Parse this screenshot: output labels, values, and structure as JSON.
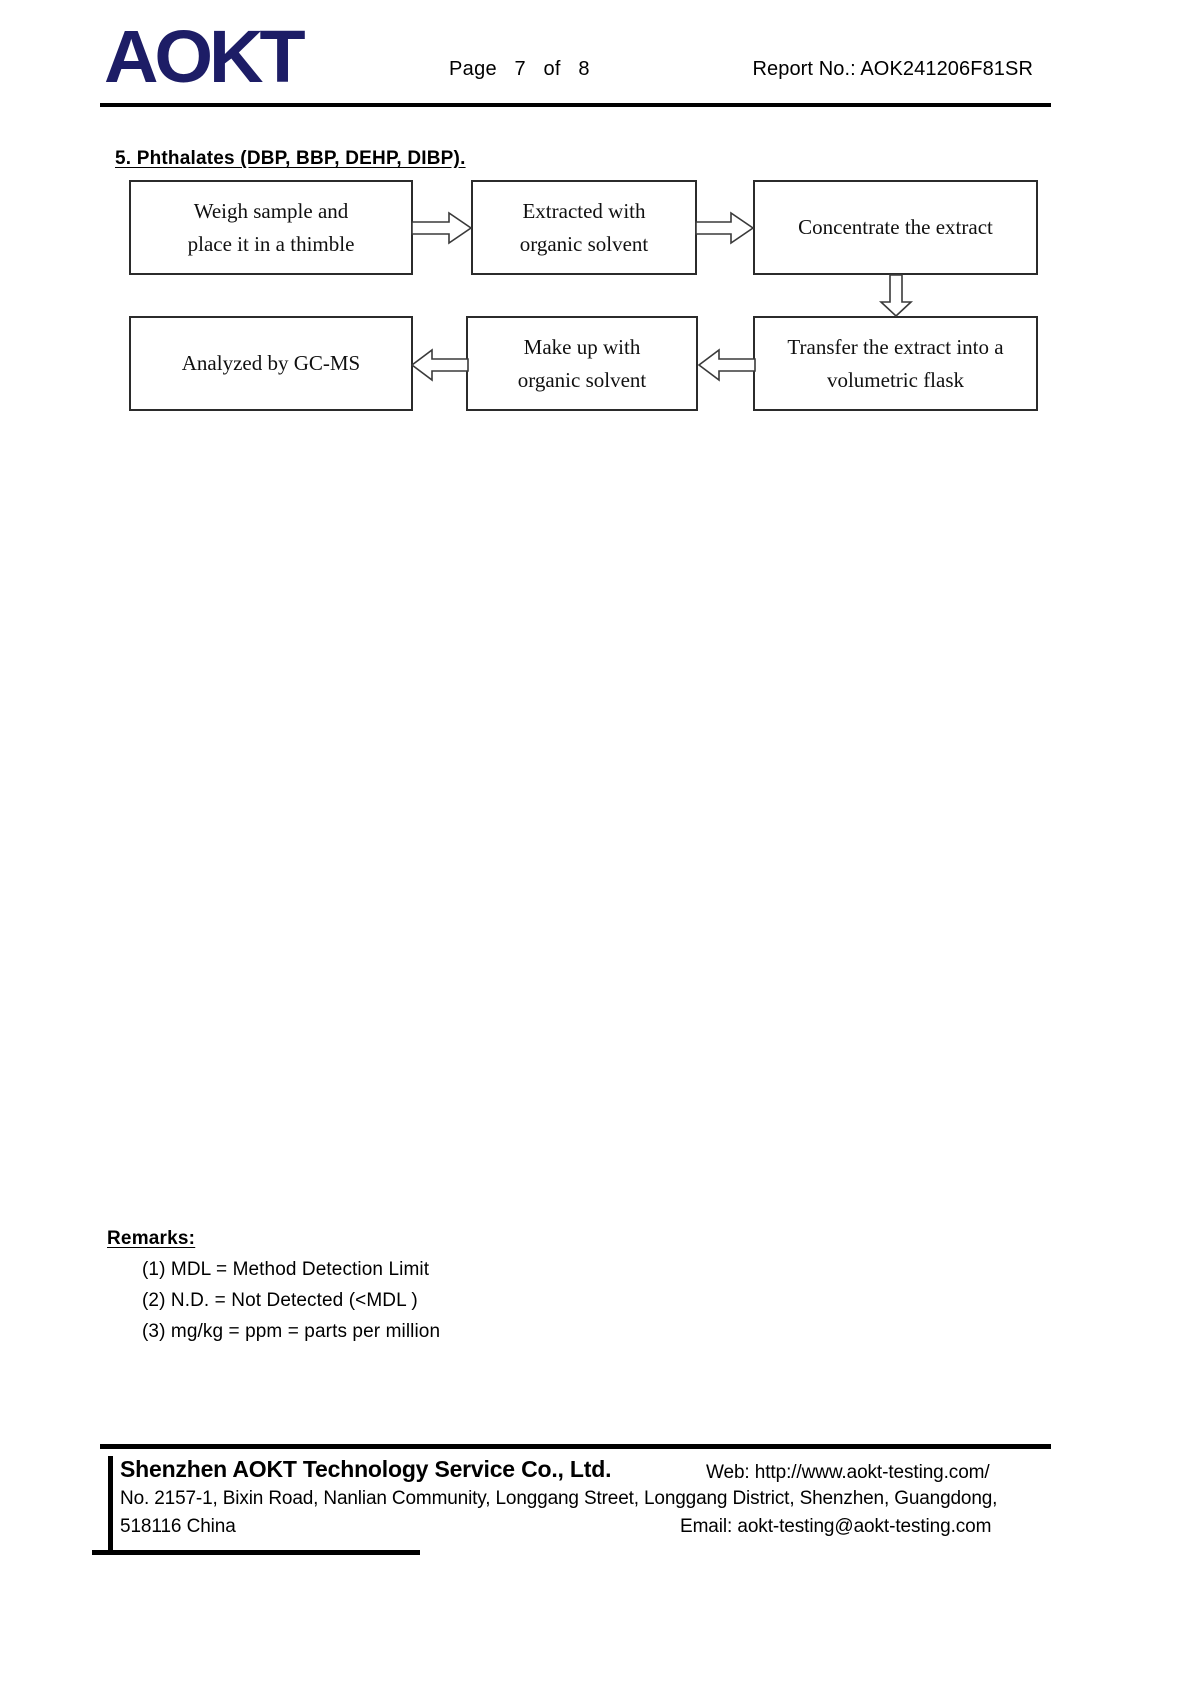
{
  "header": {
    "logo_text": "AOKT",
    "logo_color": "#1d1d66",
    "page_info": "Page   7   of   8",
    "report_no": "Report No.: AOK241206F81SR"
  },
  "section": {
    "title": "5. Phthalates (DBP, BBP, DEHP, DIBP)."
  },
  "flowchart": {
    "type": "process-flow",
    "boxes": [
      {
        "id": "weigh",
        "line1": "Weigh sample and",
        "line2": "place it in a thimble"
      },
      {
        "id": "extract",
        "line1": "Extracted with",
        "line2": "organic solvent"
      },
      {
        "id": "concentrate",
        "line1": "Concentrate the extract",
        "line2": ""
      },
      {
        "id": "analyzed",
        "line1": "Analyzed by GC-MS",
        "line2": ""
      },
      {
        "id": "makeup",
        "line1": "Make up with",
        "line2": "organic solvent"
      },
      {
        "id": "transfer",
        "line1": "Transfer the extract into a",
        "line2": "volumetric flask"
      }
    ],
    "arrows": [
      {
        "from": "weigh",
        "to": "extract",
        "direction": "right"
      },
      {
        "from": "extract",
        "to": "concentrate",
        "direction": "right"
      },
      {
        "from": "concentrate",
        "to": "transfer",
        "direction": "down"
      },
      {
        "from": "transfer",
        "to": "makeup",
        "direction": "left"
      },
      {
        "from": "makeup",
        "to": "analyzed",
        "direction": "left"
      }
    ]
  },
  "remarks": {
    "title": "Remarks:",
    "items": [
      "(1) MDL = Method Detection Limit",
      "(2) N.D. = Not Detected (<MDL )",
      "(3) mg/kg = ppm = parts per million"
    ]
  },
  "footer": {
    "company": "Shenzhen AOKT Technology Service Co., Ltd.",
    "web": "Web: http://www.aokt-testing.com/",
    "address": "No. 2157-1, Bixin Road, Nanlian Community, Longgang Street, Longgang District, Shenzhen, Guangdong,",
    "postal": "518116 China",
    "email": "Email: aokt-testing@aokt-testing.com"
  }
}
